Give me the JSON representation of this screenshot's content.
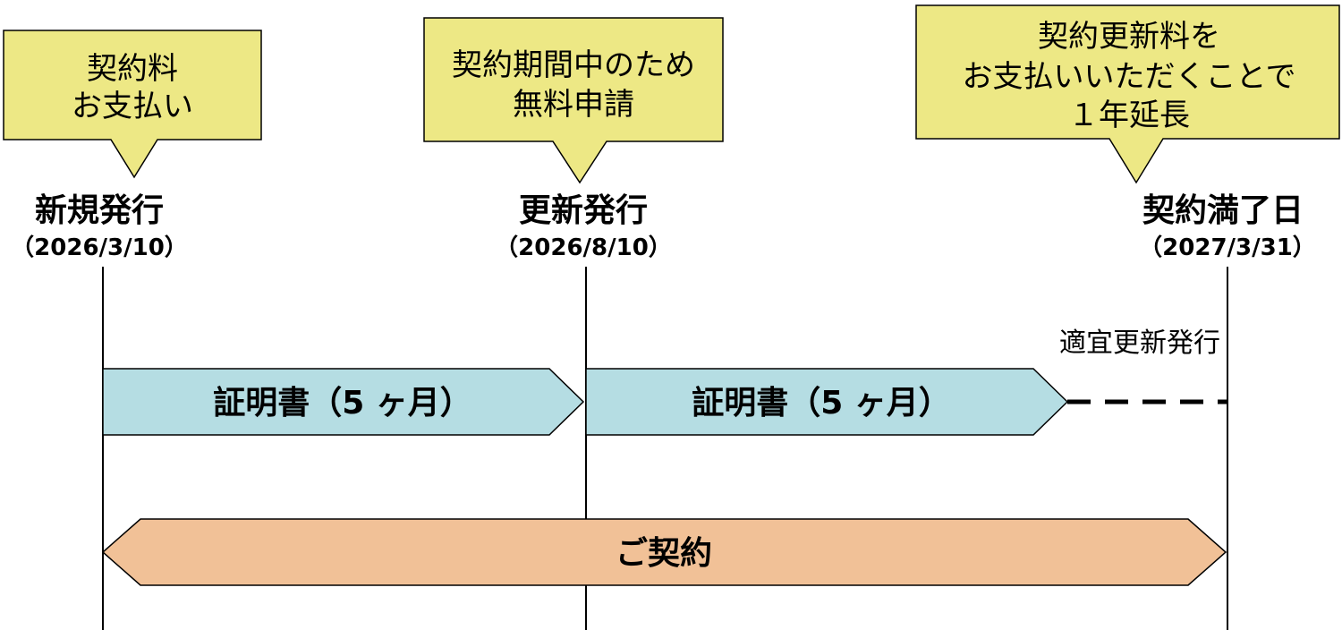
{
  "colors": {
    "callout_fill": "#EDE885",
    "certificate_fill": "#B5DDE3",
    "contract_fill": "#F1C197",
    "line": "#000000"
  },
  "callouts": {
    "new": [
      "契約料",
      "お支払い"
    ],
    "renewal": [
      "契約期間中のため",
      "無料申請"
    ],
    "end": [
      "契約更新料を",
      "お支払いいただくことで",
      "１年延長"
    ]
  },
  "milestones": {
    "new": {
      "title": "新規発行",
      "date": "（2026/3/10）"
    },
    "renewal": {
      "title": "更新発行",
      "date": "（2026/8/10）"
    },
    "end": {
      "title": "契約満了日",
      "date": "（2027/3/31）"
    }
  },
  "note": "適宜更新発行",
  "bars": {
    "certificate_1": "証明書（5 ヶ月）",
    "certificate_2": "証明書（5 ヶ月）",
    "contract": "ご契約"
  }
}
